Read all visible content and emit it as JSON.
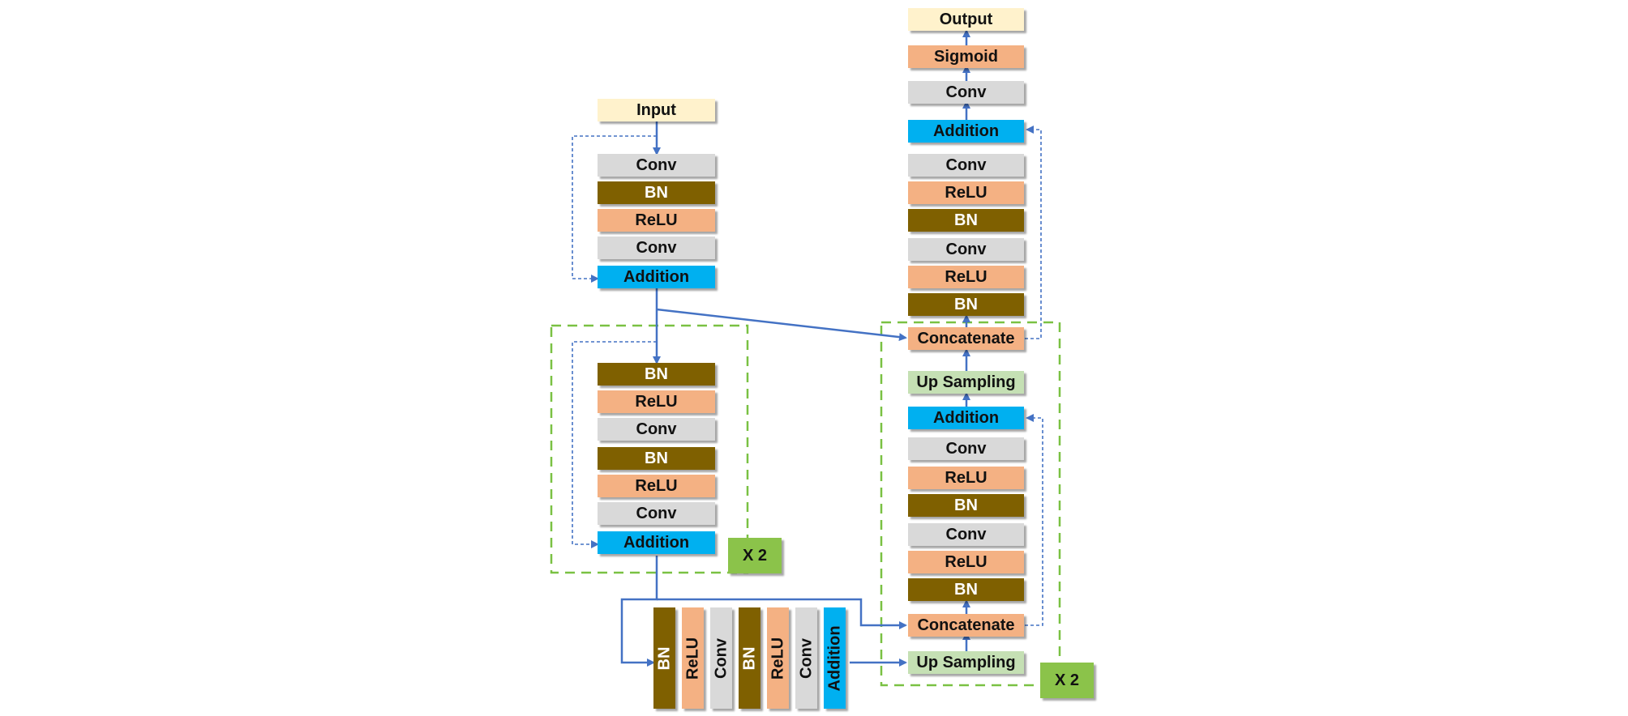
{
  "colors": {
    "io": "#fff2cc",
    "conv": "#d9d9d9",
    "bn": "#7f6000",
    "relu": "#f4b183",
    "addition": "#00b0f0",
    "concatenate": "#f4b183",
    "upsampling": "#c5e0b4",
    "sigmoid": "#f4b183",
    "arrow": "#4472c4",
    "repeat_box": "#8bc34a",
    "group_border": "#7ac143"
  },
  "encoder": {
    "input": "Input",
    "block1": [
      "Conv",
      "BN",
      "ReLU",
      "Conv",
      "Addition"
    ],
    "block2": [
      "BN",
      "ReLU",
      "Conv",
      "BN",
      "ReLU",
      "Conv",
      "Addition"
    ],
    "repeat": "X 2"
  },
  "bridge": [
    "BN",
    "ReLU",
    "Conv",
    "BN",
    "ReLU",
    "Conv",
    "Addition"
  ],
  "decoder": {
    "upsample_block": [
      "Up Sampling",
      "Concatenate",
      "BN",
      "ReLU",
      "Conv",
      "BN",
      "ReLU",
      "Conv",
      "Addition"
    ],
    "repeat": "X 2",
    "final_block": [
      "Up Sampling",
      "Concatenate",
      "BN",
      "ReLU",
      "Conv",
      "BN",
      "ReLU",
      "Conv",
      "Addition"
    ],
    "head": [
      "Conv",
      "Sigmoid",
      "Output"
    ]
  }
}
